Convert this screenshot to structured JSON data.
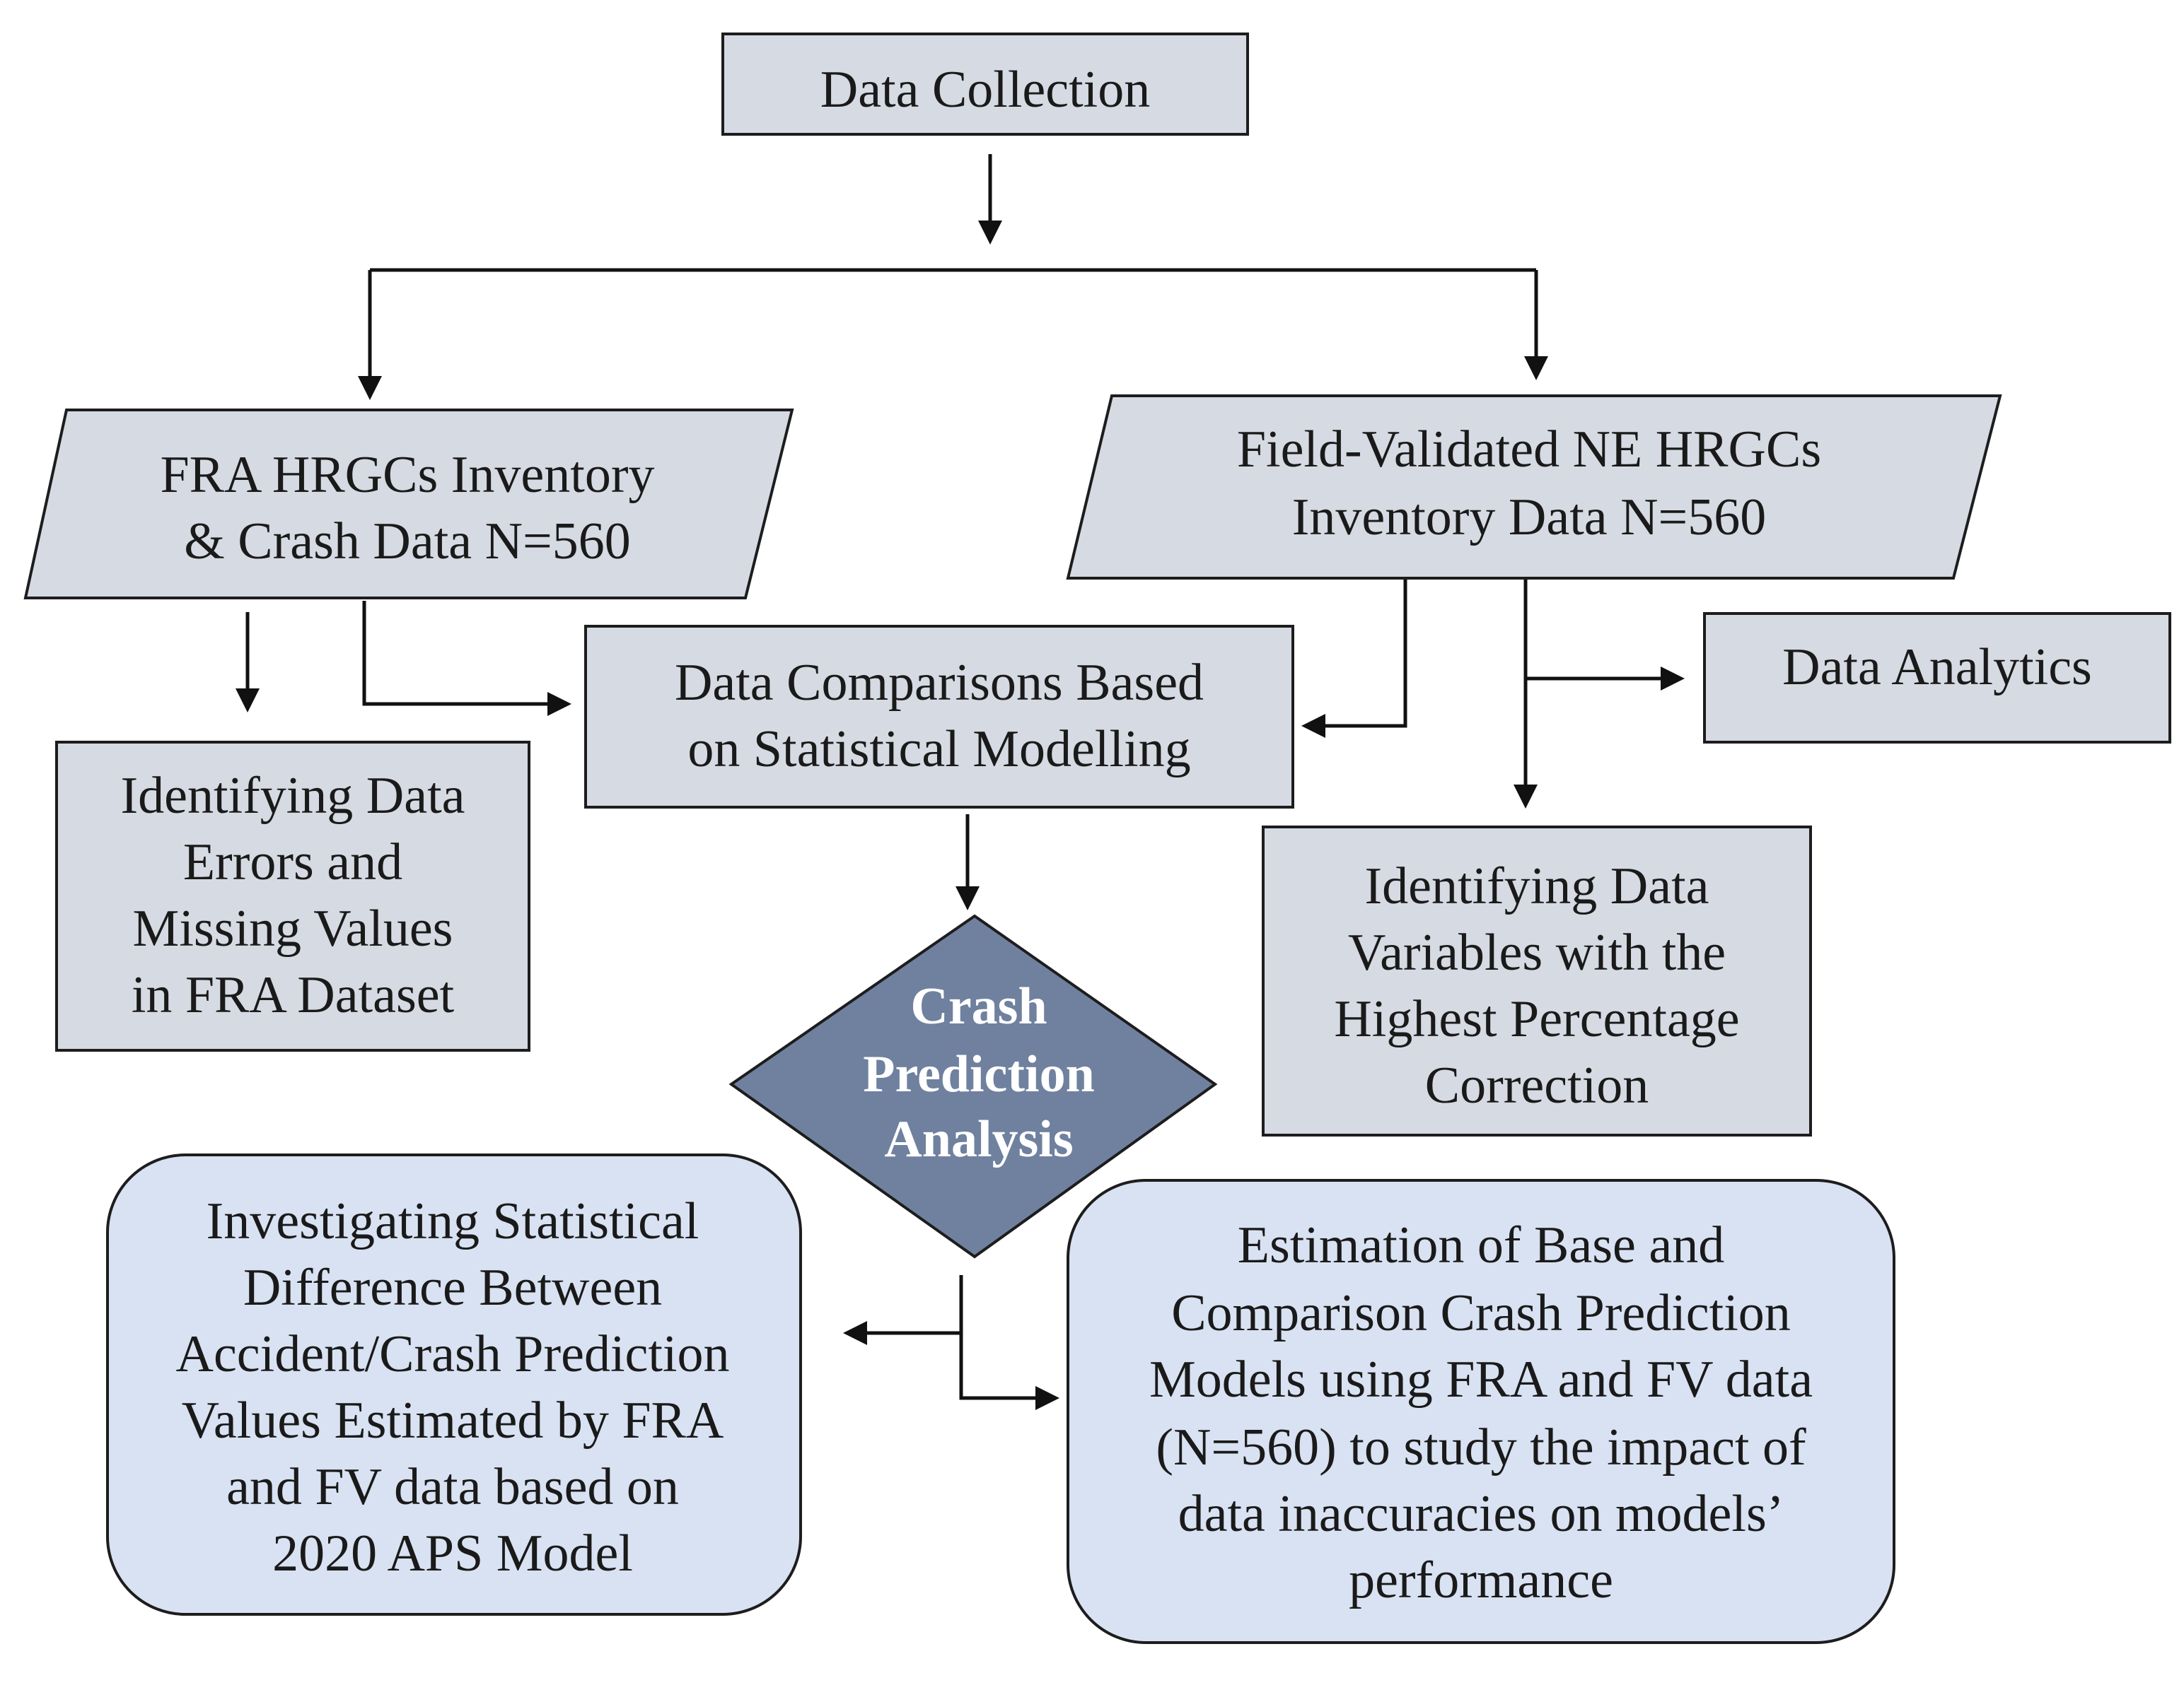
{
  "colors": {
    "process_fill": "#d6dae2",
    "rounded_fill": "#d9e2f2",
    "decision_fill": "#6f819f",
    "decision_text": "#ffffff",
    "stroke": "#1d1d1d"
  },
  "nodes": {
    "data_collection": {
      "lines": [
        "Data Collection"
      ]
    },
    "fra_inventory": {
      "lines": [
        "FRA HRGCs Inventory",
        "& Crash Data N=560"
      ]
    },
    "fv_inventory": {
      "lines": [
        "Field-Validated NE HRGCs",
        "Inventory Data N=560"
      ]
    },
    "data_comparisons": {
      "lines": [
        "Data Comparisons Based",
        "on Statistical Modelling"
      ]
    },
    "data_analytics": {
      "lines": [
        "Data Analytics"
      ]
    },
    "identifying_errors": {
      "lines": [
        "Identifying Data",
        "Errors and",
        "Missing Values",
        "in FRA Dataset"
      ]
    },
    "identifying_variables": {
      "lines": [
        "Identifying Data",
        "Variables with the",
        "Highest Percentage",
        "Correction"
      ]
    },
    "crash_prediction": {
      "lines": [
        "Crash",
        "Prediction",
        "Analysis"
      ]
    },
    "investigating": {
      "lines": [
        "Investigating Statistical",
        "Difference Between",
        "Accident/Crash Prediction",
        "Values Estimated by FRA",
        "and FV data based on",
        "2020 APS Model"
      ]
    },
    "estimation": {
      "lines": [
        "Estimation of Base and",
        "Comparison Crash Prediction",
        "Models using FRA and FV data",
        "(N=560) to study the impact of",
        "data inaccuracies on models’",
        "performance"
      ]
    }
  }
}
